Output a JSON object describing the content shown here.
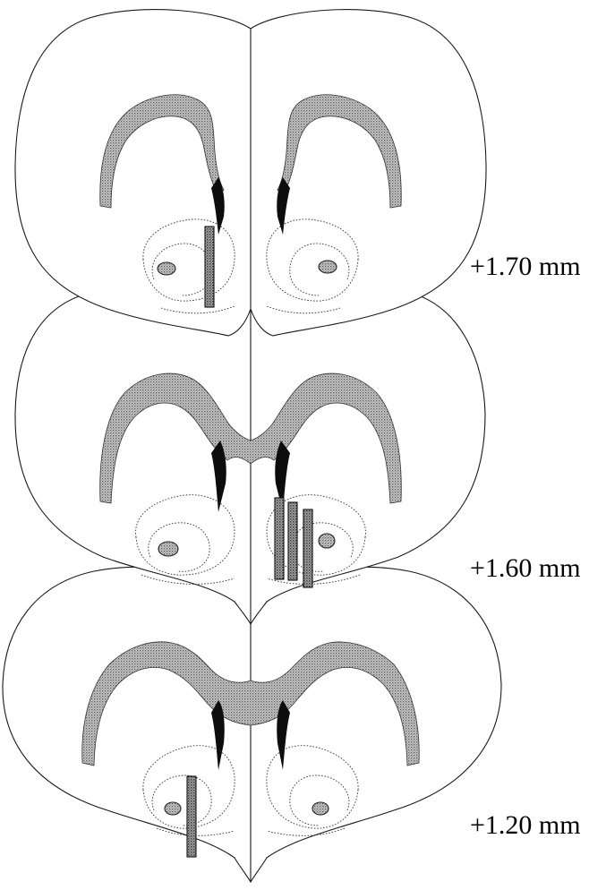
{
  "figure": {
    "sections": [
      {
        "id": "section-1",
        "label": "+1.70 mm",
        "placement_count": 1
      },
      {
        "id": "section-2",
        "label": "+1.60 mm",
        "placement_count": 3
      },
      {
        "id": "section-3",
        "label": "+1.20 mm",
        "placement_count": 1
      }
    ],
    "colors": {
      "line": "#1a1a1a",
      "stipple_fill": "#9a9a9a",
      "ventricle": "#0d0d0d",
      "background": "#ffffff"
    }
  }
}
